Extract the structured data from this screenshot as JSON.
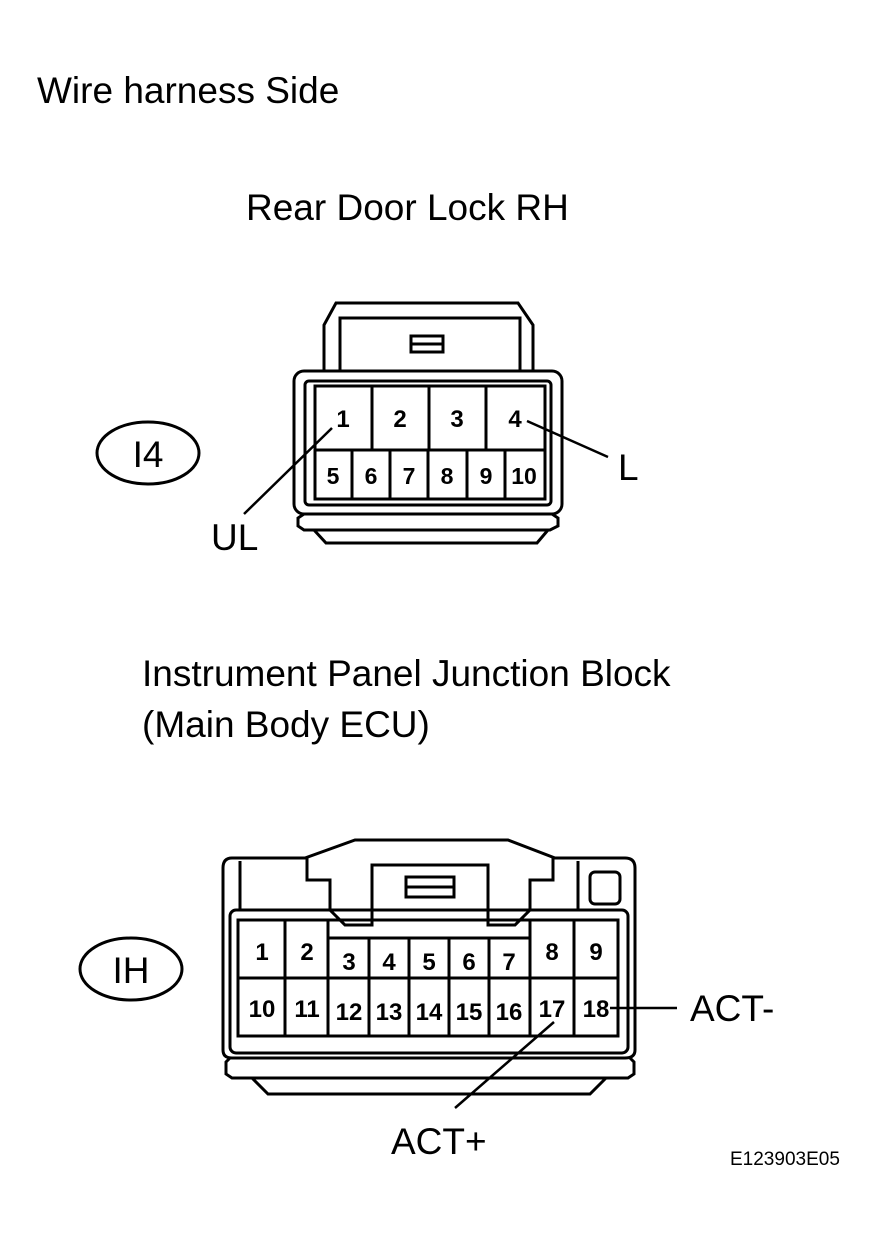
{
  "header": "Wire harness Side",
  "connector1": {
    "title": "Rear Door Lock RH",
    "code": "I4",
    "top_row_pins": [
      "1",
      "2",
      "3",
      "4"
    ],
    "bottom_row_pins": [
      "5",
      "6",
      "7",
      "8",
      "9",
      "10"
    ],
    "callouts": [
      {
        "pin": "1",
        "label": "UL"
      },
      {
        "pin": "4",
        "label": "L"
      }
    ]
  },
  "connector2": {
    "title_line1": "Instrument Panel Junction Block",
    "title_line2": "(Main Body ECU)",
    "code": "IH",
    "top_row_pins": [
      "1",
      "2",
      "3",
      "4",
      "5",
      "6",
      "7",
      "8",
      "9"
    ],
    "bottom_row_pins": [
      "10",
      "11",
      "12",
      "13",
      "14",
      "15",
      "16",
      "17",
      "18"
    ],
    "callouts": [
      {
        "pin": "18",
        "label": "ACT-"
      },
      {
        "pin": "17",
        "label": "ACT+"
      }
    ]
  },
  "figure_code": "E123903E05"
}
